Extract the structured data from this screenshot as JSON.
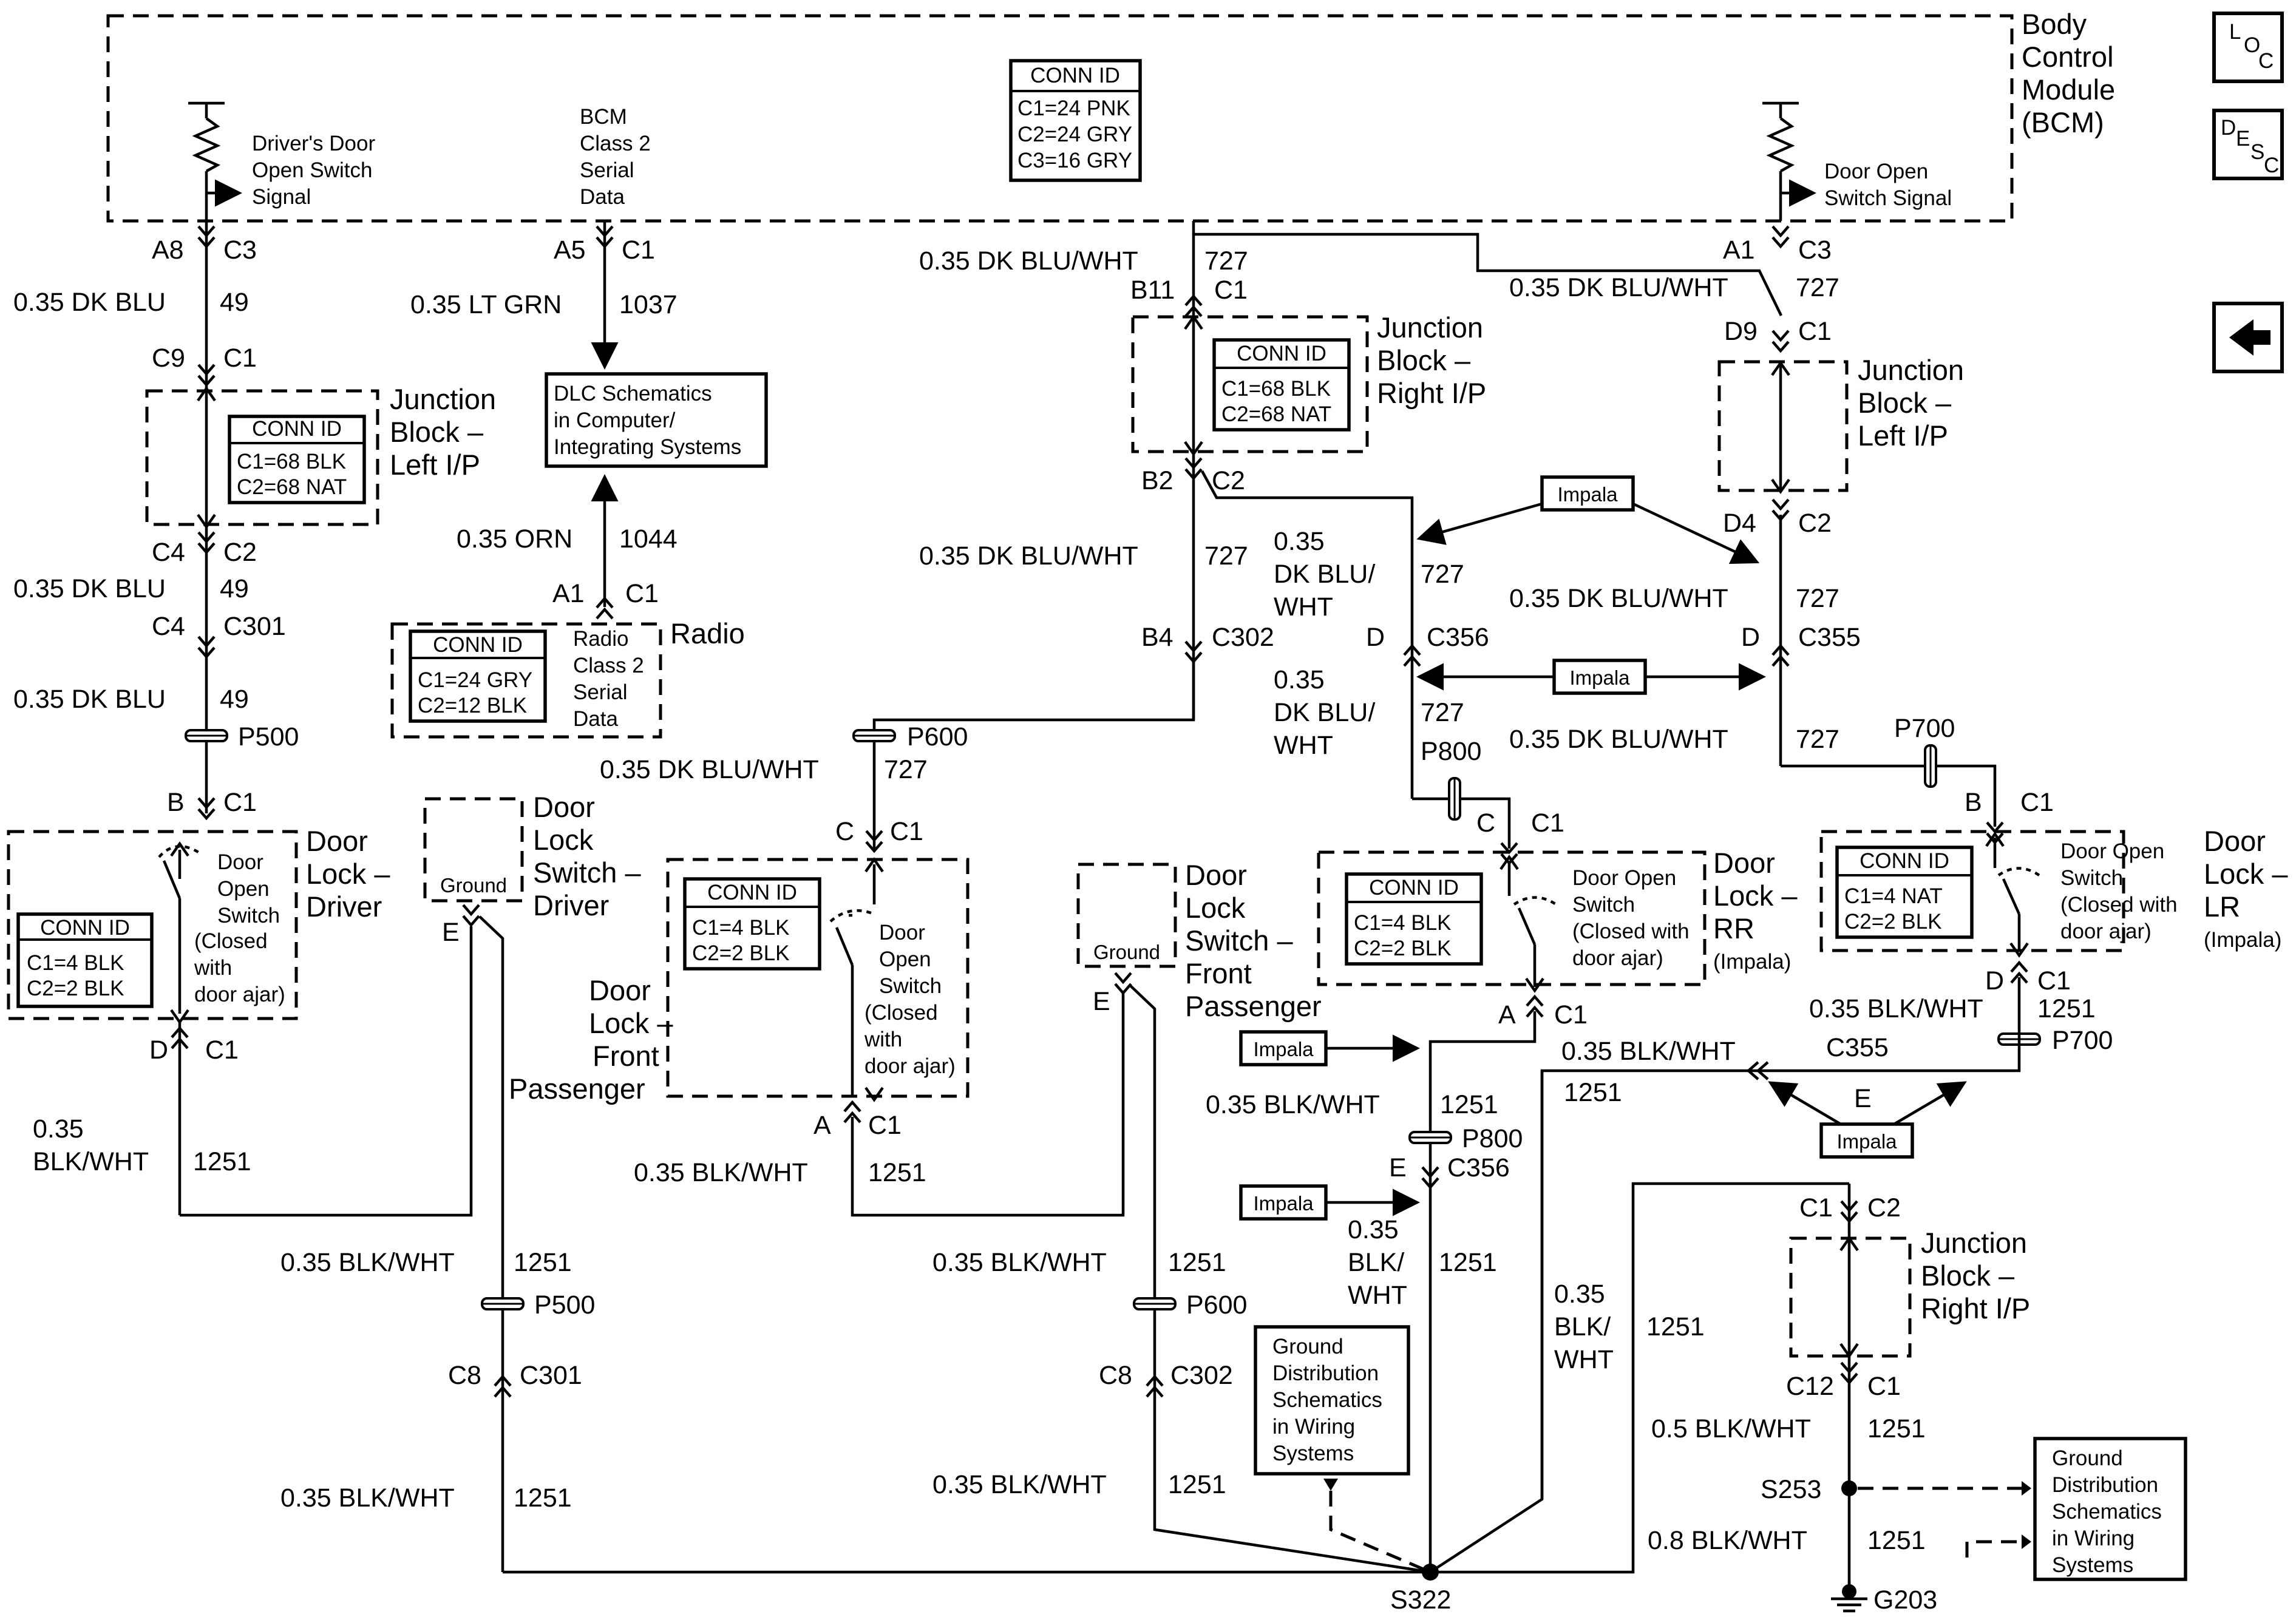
{
  "bcm": {
    "title": [
      "Body",
      "Control",
      "Module",
      "(BCM)"
    ],
    "conn_id": [
      "CONN ID",
      "C1=24 PNK",
      "C2=24 GRY",
      "C3=16 GRY"
    ],
    "drivers_door_signal": [
      "Driver's Door",
      "Open Switch",
      "Signal"
    ],
    "serial_data": [
      "BCM",
      "Class 2",
      "Serial",
      "Data"
    ],
    "door_open_signal": [
      "Door Open",
      "Switch Signal"
    ]
  },
  "nav": {
    "loc": [
      "L",
      "O",
      "C"
    ],
    "desc": [
      "D",
      "E",
      "S",
      "C"
    ],
    "back": "back-arrow-icon"
  },
  "jb_left": {
    "title": [
      "Junction",
      "Block –",
      "Left I/P"
    ],
    "conn_id": [
      "CONN ID",
      "C1=68 BLK",
      "C2=68 NAT"
    ]
  },
  "jb_right": {
    "title": [
      "Junction",
      "Block –",
      "Right I/P"
    ],
    "conn_id": [
      "CONN ID",
      "C1=68 BLK",
      "C2=68 NAT"
    ]
  },
  "jb_left2": {
    "title": [
      "Junction",
      "Block –",
      "Left I/P"
    ]
  },
  "jb_right2": {
    "title": [
      "Junction",
      "Block –",
      "Right I/P"
    ]
  },
  "dlc": {
    "text": [
      "DLC Schematics",
      "in Computer/",
      "Integrating Systems"
    ]
  },
  "radio": {
    "title": "Radio",
    "conn_id": [
      "CONN ID",
      "C1=24 GRY",
      "C2=12 BLK"
    ],
    "serial": [
      "Radio",
      "Class 2",
      "Serial",
      "Data"
    ]
  },
  "door_lock_driver": {
    "title": [
      "Door",
      "Lock –",
      "Driver"
    ],
    "conn_id": [
      "CONN ID",
      "C1=4 BLK",
      "C2=2 BLK"
    ],
    "switch": [
      "Door",
      "Open",
      "Switch",
      "(Closed",
      "with",
      "door ajar)"
    ]
  },
  "dls_driver": {
    "title": [
      "Door",
      "Lock",
      "Switch –",
      "Driver"
    ],
    "ground": "Ground"
  },
  "door_lock_fp": {
    "title": [
      "Door",
      "Lock –",
      "Front",
      "Passenger"
    ],
    "conn_id": [
      "CONN ID",
      "C1=4 BLK",
      "C2=2 BLK"
    ],
    "switch": [
      "Door",
      "Open",
      "Switch",
      "(Closed",
      "with",
      "door ajar)"
    ]
  },
  "dls_fp": {
    "title": [
      "Door",
      "Lock",
      "Switch –",
      "Front",
      "Passenger"
    ],
    "ground": "Ground"
  },
  "door_lock_rr": {
    "title": [
      "Door",
      "Lock –",
      "RR"
    ],
    "note": "(Impala)",
    "conn_id": [
      "CONN ID",
      "C1=4 BLK",
      "C2=2 BLK"
    ],
    "switch": [
      "Door Open",
      "Switch",
      "(Closed with",
      "door ajar)"
    ]
  },
  "door_lock_lr": {
    "title": [
      "Door",
      "Lock –",
      "LR"
    ],
    "note": "(Impala)",
    "conn_id": [
      "CONN ID",
      "C1=4 NAT",
      "C2=2 BLK"
    ],
    "switch": [
      "Door Open",
      "Switch",
      "(Closed with",
      "door ajar)"
    ]
  },
  "ground_dist": {
    "text": [
      "Ground",
      "Distribution",
      "Schematics",
      "in Wiring",
      "Systems"
    ]
  },
  "impala": "Impala",
  "labels": {
    "a8": "A8",
    "c3": "C3",
    "a5": "A5",
    "c1": "C1",
    "a1": "A1",
    "c2": "C2",
    "b11": "B11",
    "d9": "D9",
    "c9": "C9",
    "b2": "B2",
    "d4": "D4",
    "c4": "C4",
    "c301": "C301",
    "b4": "B4",
    "c302": "C302",
    "d": "D",
    "c356": "C356",
    "c355": "C355",
    "b": "B",
    "c": "C",
    "e": "E",
    "a": "A",
    "c8": "C8",
    "c12": "C12",
    "p500": "P500",
    "p600": "P600",
    "p700": "P700",
    "p800": "P800",
    "s322": "S322",
    "s253": "S253",
    "g203": "G203",
    "dkblu": "0.35 DK BLU",
    "n49": "49",
    "ltgrn": "0.35 LT GRN",
    "n1037": "1037",
    "orn": "0.35 ORN",
    "n1044": "1044",
    "dkbluwht": "0.35 DK BLU/WHT",
    "n727": "727",
    "n035": "0.35",
    "dkblu_slash": "DK BLU/",
    "wht": "WHT",
    "blkwht": "0.35 BLK/WHT",
    "n1251": "1251",
    "blkwht_split": "BLK/WHT",
    "blk_slash": "BLK/",
    "blkwht05": "0.5 BLK/WHT",
    "blkwht08": "0.8 BLK/WHT"
  }
}
